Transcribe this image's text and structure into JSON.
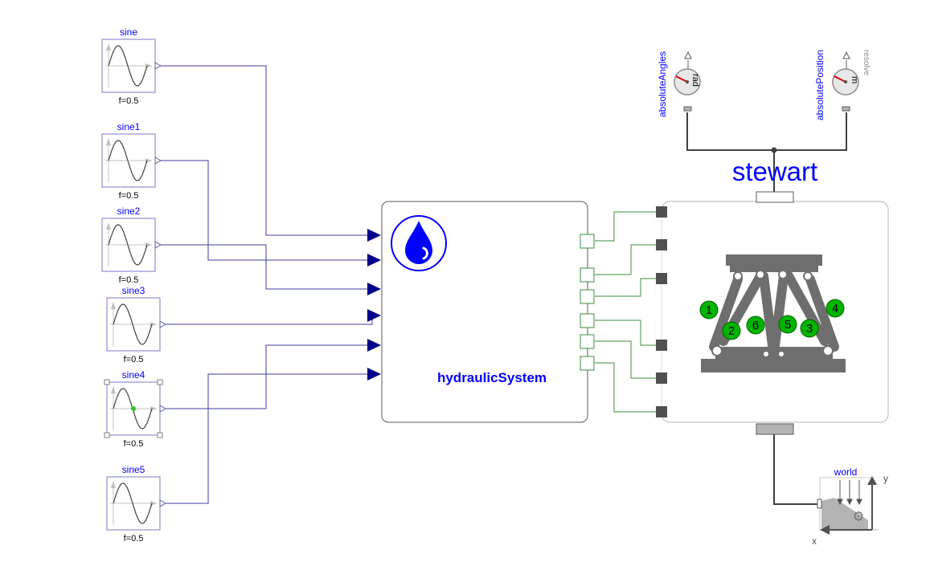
{
  "diagram": {
    "sine_blocks": [
      {
        "name": "sine",
        "param": "f=0.5"
      },
      {
        "name": "sine1",
        "param": "f=0.5"
      },
      {
        "name": "sine2",
        "param": "f=0.5"
      },
      {
        "name": "sine3",
        "param": "f=0.5"
      },
      {
        "name": "sine4",
        "param": "f=0.5"
      },
      {
        "name": "sine5",
        "param": "f=0.5"
      }
    ],
    "hydraulic": {
      "name": "hydraulicSystem"
    },
    "stewart": {
      "name": "stewart",
      "legs": [
        "1",
        "2",
        "3",
        "4",
        "5",
        "6"
      ]
    },
    "sensors": {
      "angles": {
        "name": "absoluteAngles",
        "unit": "rad"
      },
      "position": {
        "name": "absolutePosition",
        "unit": "m",
        "extra": "resolve"
      }
    },
    "world": {
      "name": "world",
      "axis_x": "x",
      "axis_y": "y"
    },
    "colors": {
      "signal": "#00008b",
      "wire": "#3c3ca0",
      "hydraulic_wire": "#3c8c3c",
      "block_border": "#7878c8",
      "label": "#0000ff",
      "leg_fill": "#00b400",
      "mechanics": "#646464"
    }
  }
}
